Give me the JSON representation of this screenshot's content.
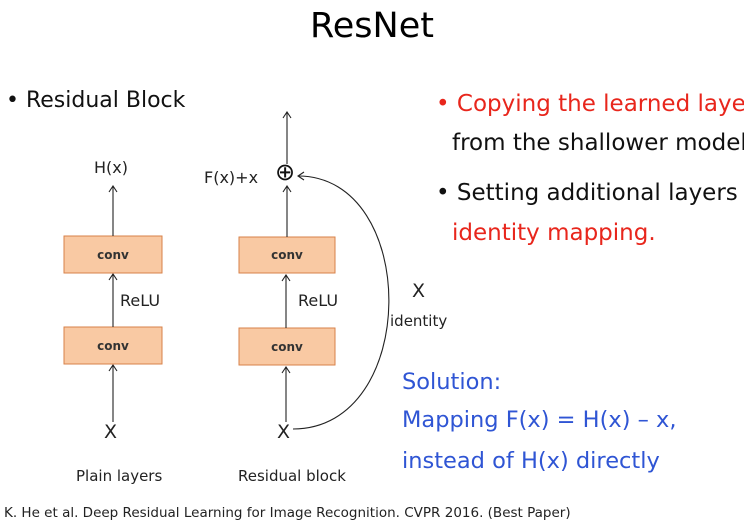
{
  "title": "ResNet",
  "left_bullet": "• Residual Block",
  "right_bullets": [
    {
      "line1": "Copying the learned layers",
      "line2": "from the shallower model"
    },
    {
      "line1": "Setting additional layers to",
      "line2": "identity mapping."
    }
  ],
  "bullet_glyph": "•",
  "solution": {
    "heading": "Solution:",
    "line1": "Mapping F(x) = H(x) – x,",
    "line2": "instead of H(x) directly"
  },
  "diagram": {
    "plain": {
      "output": "H(x)",
      "top_conv": "conv",
      "activation": "ReLU",
      "bottom_conv": "conv",
      "input": "X",
      "caption": "Plain layers"
    },
    "residual": {
      "output": "F(x)+x",
      "add": "⊕",
      "top_conv": "conv",
      "activation": "ReLU",
      "bottom_conv": "conv",
      "input": "X",
      "skip_x": "X",
      "skip_label": "identity",
      "caption": "Residual block"
    }
  },
  "colors": {
    "red": "#e8261c",
    "blue": "#2f55d4",
    "conv_fill": "#f9c9a3",
    "conv_stroke": "#d7814a"
  },
  "footer": "K. He et al. Deep Residual Learning for Image Recognition. CVPR 2016. (Best Paper)"
}
